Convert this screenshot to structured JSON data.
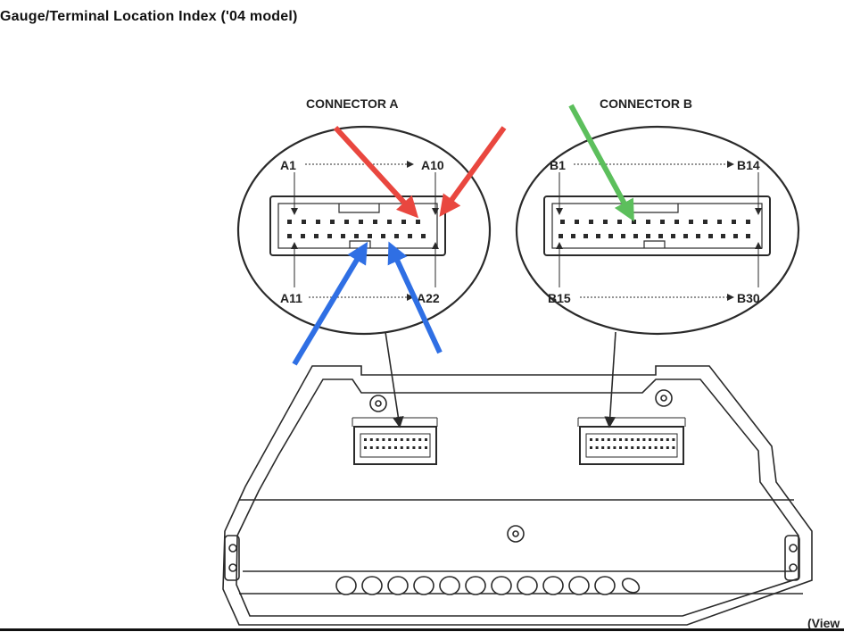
{
  "page": {
    "title": "Gauge/Terminal Location Index ('04 model)"
  },
  "connector_a": {
    "title": "CONNECTOR A",
    "labels": {
      "top_left": "A1",
      "top_right": "A10",
      "bottom_left": "A11",
      "bottom_right": "A22"
    }
  },
  "connector_b": {
    "title": "CONNECTOR B",
    "labels": {
      "top_left": "B1",
      "top_right": "B14",
      "bottom_left": "B15",
      "bottom_right": "B30"
    }
  },
  "footer": {
    "view_note": "(View"
  },
  "colors": {
    "line": "#2a2a2a",
    "arrow_red": "#e9473f",
    "arrow_blue": "#2f6fe4",
    "arrow_green": "#5cbf5c"
  }
}
